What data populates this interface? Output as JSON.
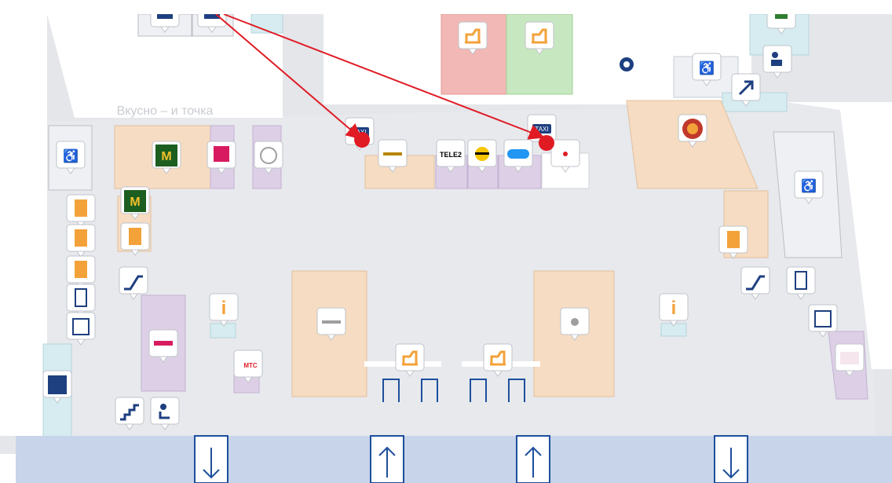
{
  "map": {
    "title": "Airport terminal floor plan",
    "zones": {
      "cafe_sign": "Вкусно – и точка",
      "mts_label": "МТС",
      "tele2_label": "TELE2",
      "taxi_label": "TAXI",
      "info_label": "i"
    },
    "colors": {
      "floor": "#e4e6ea",
      "wall": "#ffffff",
      "shop_orange": "#f6dcc2",
      "shop_purple": "#ddd0e6",
      "checkin_red": "#f2b8b5",
      "checkin_green": "#c7e7c0",
      "bottom_band": "#c8d4ea",
      "route_arrow": "#e01b24",
      "door_blue": "#1d4f9c",
      "icon_orange": "#f3a23a",
      "icon_navy": "#1e3f80"
    },
    "legend_markers": {
      "taxi": "taxi-icon",
      "toilet": "accessible-toilet-icon",
      "food": "food-court-icon",
      "escalator": "escalator-icon",
      "elevator": "elevator-icon",
      "charging": "charging-station-icon",
      "atm": "atm-icon",
      "info": "information-icon"
    }
  }
}
